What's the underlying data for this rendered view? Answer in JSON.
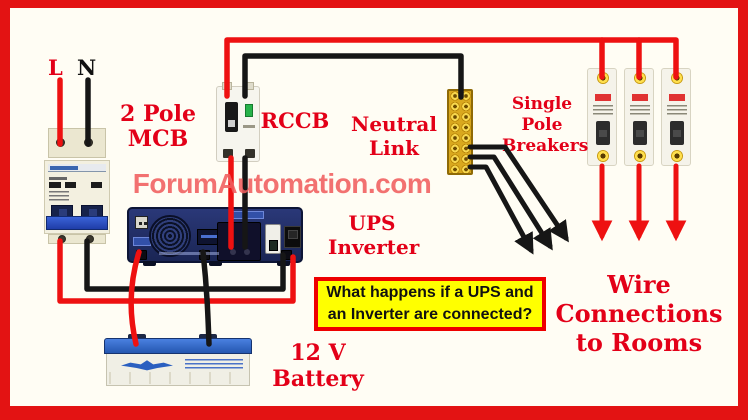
{
  "colors": {
    "frame_border": "#e31313",
    "background": "#fffdf4",
    "label_red": "#e30018",
    "wire_red": "#ee1111",
    "wire_black": "#161616",
    "watermark_red": "#f15e5e",
    "question_box_bg": "#ffff00",
    "question_box_border": "#ee0000",
    "inverter_body": "#1f2c68",
    "battery_top_blue": "#2f66cc",
    "neutral_link_gold": "#d9a81e"
  },
  "labels": {
    "line_live": "L",
    "line_neutral": "N",
    "mcb_line1": "2 Pole",
    "mcb_line2": "MCB",
    "rccb": "RCCB",
    "neutral_link_line1": "Neutral",
    "neutral_link_line2": "Link",
    "single_pole_line1": "Single",
    "single_pole_line2": "Pole",
    "single_pole_line3": "Breakers",
    "ups_line1": "UPS",
    "ups_line2": "Inverter",
    "battery_line1": "12 V",
    "battery_line2": "Battery",
    "rooms_line1": "Wire",
    "rooms_line2": "Connections",
    "rooms_line3": "to Rooms"
  },
  "watermark": "ForumAutomation.com",
  "question_box": {
    "line1": "What happens if a UPS and",
    "line2": "an Inverter are connected?"
  },
  "diagram": {
    "type": "electrical-wiring-diagram",
    "components": [
      "2 Pole MCB",
      "RCCB",
      "Neutral Link",
      "Single Pole Breakers (x3)",
      "UPS Inverter",
      "12 V Battery"
    ],
    "connections": [
      "Mains L (red) and N (black) enter the 2 Pole MCB",
      "2 Pole MCB output runs right to the UPS/Inverter AC input terminals (red + black)",
      "RCCB bottom wires plug into the UPS/Inverter outlet socket (red + black)",
      "RCCB live (red) runs along the top to the three Single Pole Breakers",
      "RCCB neutral (black) runs along the top to the Neutral Link",
      "Neutral Link fans out three black arrowed wires toward rooms",
      "Each Single Pole Breaker output is a red arrow pointing down to rooms",
      "UPS/Inverter DC terminals connect down to the 12 V Battery (red +, black -)"
    ]
  }
}
